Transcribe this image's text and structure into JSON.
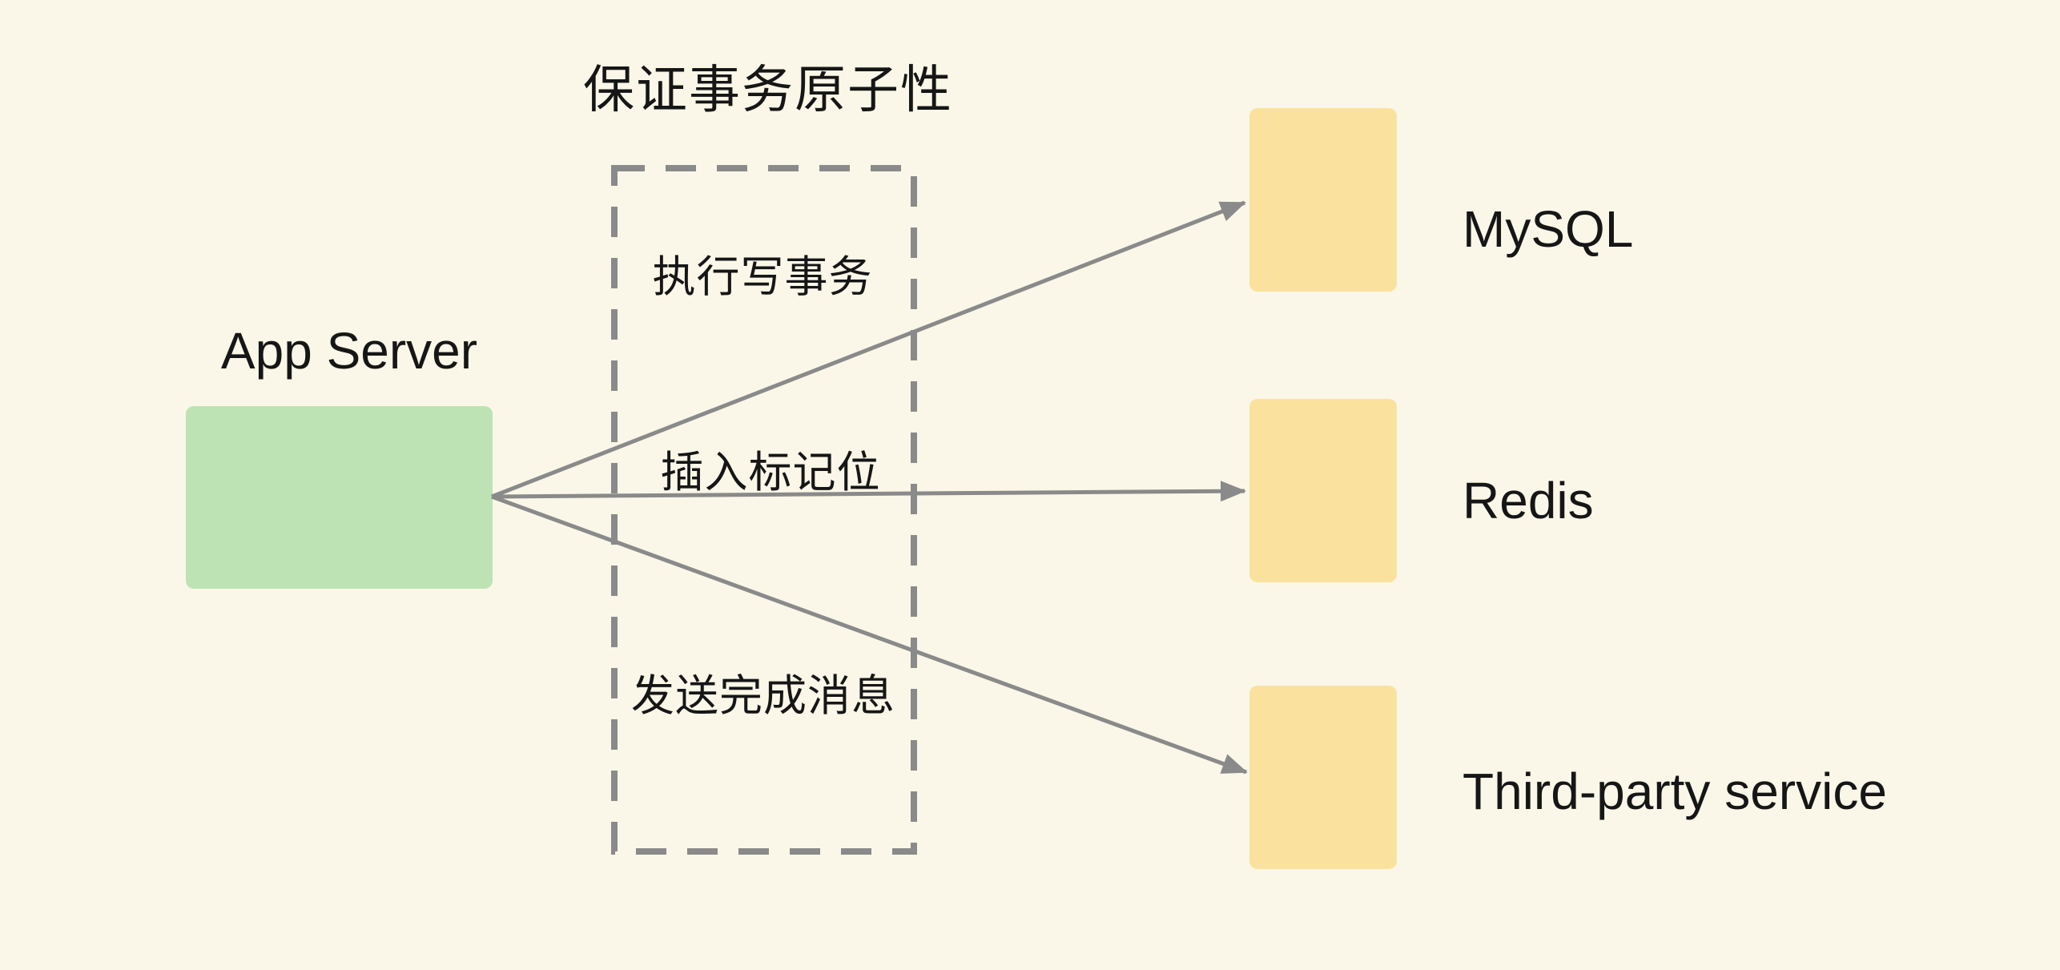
{
  "colors": {
    "background": "#FAF7E8",
    "node_green": "#BDE3B5",
    "node_yellow": "#FAE29E",
    "line": "#8A8A8A",
    "text": "#161616"
  },
  "title": "保证事务原子性",
  "nodes": {
    "app_server": {
      "label": "App Server"
    },
    "targets": [
      {
        "label": "MySQL"
      },
      {
        "label": "Redis"
      },
      {
        "label": "Third-party service"
      }
    ]
  },
  "group": {
    "steps": [
      "执行写事务",
      "插入标记位",
      "发送完成消息"
    ]
  }
}
